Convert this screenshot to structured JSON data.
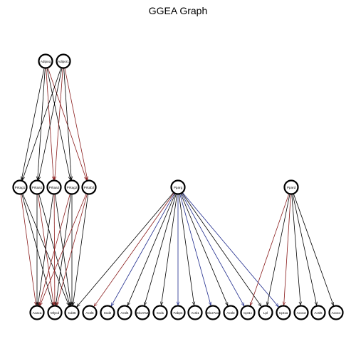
{
  "title": "GGEA Graph",
  "colors": {
    "activation": "#000000",
    "inhibition": "#1e2a8c",
    "red": "#8a1c1c",
    "node_fill": "#ffffff",
    "node_stroke": "#000000"
  },
  "nodes": [
    {
      "id": "Adipoq",
      "label": "Adipoq",
      "layer": "top"
    },
    {
      "id": "Adipor1",
      "label": "Adipor1",
      "layer": "top"
    },
    {
      "id": "Prkag1",
      "label": "Prkag1",
      "layer": "mid"
    },
    {
      "id": "Prkaa1",
      "label": "Prkaa1",
      "layer": "mid"
    },
    {
      "id": "Prkaa2",
      "label": "Prkaa2",
      "layer": "mid"
    },
    {
      "id": "Prkag2",
      "label": "Prkag2",
      "layer": "mid"
    },
    {
      "id": "Prkab2",
      "label": "Prkab2",
      "layer": "mid"
    },
    {
      "id": "Pparg",
      "label": "Pparg",
      "layer": "mid"
    },
    {
      "id": "Ppard",
      "label": "Ppard",
      "layer": "mid"
    },
    {
      "id": "Acaca",
      "label": "Acaca",
      "layer": "bottom"
    },
    {
      "id": "Mlycd",
      "label": "Mlycd",
      "layer": "bottom"
    },
    {
      "id": "Cd36",
      "label": "Cd36",
      "layer": "bottom"
    },
    {
      "id": "Acsl5",
      "label": "Acsl5",
      "layer": "bottom"
    },
    {
      "id": "Scd2",
      "label": "Scd2",
      "layer": "bottom"
    },
    {
      "id": "Acsl4",
      "label": "Acsl4",
      "layer": "bottom"
    },
    {
      "id": "Slc27a2",
      "label": "Slc27a2",
      "layer": "bottom"
    },
    {
      "id": "Scd1",
      "label": "Scd1",
      "layer": "bottom"
    },
    {
      "id": "Fabp4",
      "label": "Fabp4",
      "layer": "bottom"
    },
    {
      "id": "Acsl1",
      "label": "Acsl1",
      "layer": "bottom"
    },
    {
      "id": "Slc27a1",
      "label": "Slc27a1",
      "layer": "bottom"
    },
    {
      "id": "Acsl3",
      "label": "Acsl3",
      "layer": "bottom"
    },
    {
      "id": "Cpt1c",
      "label": "Cpt1c",
      "layer": "bottom"
    },
    {
      "id": "Lpl",
      "label": "Lpl",
      "layer": "bottom"
    },
    {
      "id": "Cpt1a",
      "label": "Cpt1a",
      "layer": "bottom"
    },
    {
      "id": "Acox3",
      "label": "Acox3",
      "layer": "bottom"
    },
    {
      "id": "Acsl6",
      "label": "Acsl6",
      "layer": "bottom"
    },
    {
      "id": "Acox1",
      "label": "Acox1",
      "layer": "bottom"
    }
  ],
  "edges": [
    {
      "from": "Adipoq",
      "to": "Prkag1",
      "color": "activation"
    },
    {
      "from": "Adipoq",
      "to": "Prkaa1",
      "color": "activation"
    },
    {
      "from": "Adipoq",
      "to": "Prkaa2",
      "color": "red"
    },
    {
      "from": "Adipoq",
      "to": "Prkag2",
      "color": "activation"
    },
    {
      "from": "Adipoq",
      "to": "Prkab2",
      "color": "red"
    },
    {
      "from": "Adipor1",
      "to": "Prkag1",
      "color": "activation"
    },
    {
      "from": "Adipor1",
      "to": "Prkaa1",
      "color": "activation"
    },
    {
      "from": "Adipor1",
      "to": "Prkaa2",
      "color": "red"
    },
    {
      "from": "Adipor1",
      "to": "Prkag2",
      "color": "activation"
    },
    {
      "from": "Adipor1",
      "to": "Prkab2",
      "color": "red"
    },
    {
      "from": "Prkag1",
      "to": "Acaca",
      "color": "red"
    },
    {
      "from": "Prkag1",
      "to": "Mlycd",
      "color": "activation"
    },
    {
      "from": "Prkag1",
      "to": "Cd36",
      "color": "activation"
    },
    {
      "from": "Prkaa1",
      "to": "Acaca",
      "color": "activation"
    },
    {
      "from": "Prkaa1",
      "to": "Mlycd",
      "color": "red"
    },
    {
      "from": "Prkaa1",
      "to": "Cd36",
      "color": "activation"
    },
    {
      "from": "Prkaa2",
      "to": "Acaca",
      "color": "activation"
    },
    {
      "from": "Prkaa2",
      "to": "Mlycd",
      "color": "red"
    },
    {
      "from": "Prkaa2",
      "to": "Cd36",
      "color": "activation"
    },
    {
      "from": "Prkag2",
      "to": "Acaca",
      "color": "red"
    },
    {
      "from": "Prkag2",
      "to": "Mlycd",
      "color": "activation"
    },
    {
      "from": "Prkag2",
      "to": "Cd36",
      "color": "activation"
    },
    {
      "from": "Prkab2",
      "to": "Acaca",
      "color": "red"
    },
    {
      "from": "Prkab2",
      "to": "Mlycd",
      "color": "red"
    },
    {
      "from": "Prkab2",
      "to": "Cd36",
      "color": "activation"
    },
    {
      "from": "Pparg",
      "to": "Cd36",
      "color": "activation"
    },
    {
      "from": "Pparg",
      "to": "Acsl5",
      "color": "red"
    },
    {
      "from": "Pparg",
      "to": "Scd2",
      "color": "inhibition"
    },
    {
      "from": "Pparg",
      "to": "Acsl4",
      "color": "activation"
    },
    {
      "from": "Pparg",
      "to": "Slc27a2",
      "color": "activation"
    },
    {
      "from": "Pparg",
      "to": "Scd1",
      "color": "activation"
    },
    {
      "from": "Pparg",
      "to": "Fabp4",
      "color": "inhibition"
    },
    {
      "from": "Pparg",
      "to": "Acsl1",
      "color": "activation"
    },
    {
      "from": "Pparg",
      "to": "Slc27a1",
      "color": "inhibition"
    },
    {
      "from": "Pparg",
      "to": "Acsl3",
      "color": "activation"
    },
    {
      "from": "Pparg",
      "to": "Cpt1c",
      "color": "inhibition"
    },
    {
      "from": "Pparg",
      "to": "Lpl",
      "color": "activation"
    },
    {
      "from": "Pparg",
      "to": "Cpt1a",
      "color": "inhibition"
    },
    {
      "from": "Ppard",
      "to": "Cpt1c",
      "color": "red"
    },
    {
      "from": "Ppard",
      "to": "Lpl",
      "color": "activation"
    },
    {
      "from": "Ppard",
      "to": "Cpt1a",
      "color": "red"
    },
    {
      "from": "Ppard",
      "to": "Acox3",
      "color": "activation"
    },
    {
      "from": "Ppard",
      "to": "Acsl6",
      "color": "activation"
    },
    {
      "from": "Ppard",
      "to": "Acox1",
      "color": "activation"
    }
  ]
}
